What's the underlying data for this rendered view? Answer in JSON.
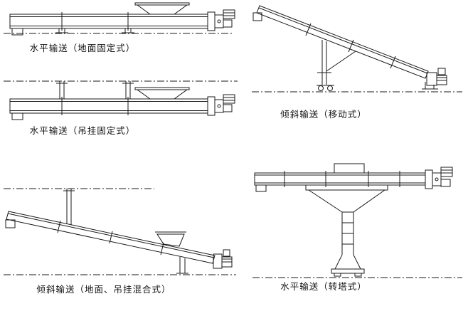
{
  "colors": {
    "background": "#ffffff",
    "line": "#1a1a1a"
  },
  "diagrams": [
    {
      "id": "horizontal-ground-fixed",
      "label": "水平输送（地面固定式）"
    },
    {
      "id": "horizontal-hanging-fixed",
      "label": "水平输送（吊挂固定式）"
    },
    {
      "id": "inclined-mobile",
      "label": "倾斜输送（移动式）"
    },
    {
      "id": "inclined-ground-hanging-mixed",
      "label": "倾斜输送（地面、吊挂混合式）"
    },
    {
      "id": "horizontal-turret",
      "label": "水平输送（转塔式）"
    }
  ]
}
